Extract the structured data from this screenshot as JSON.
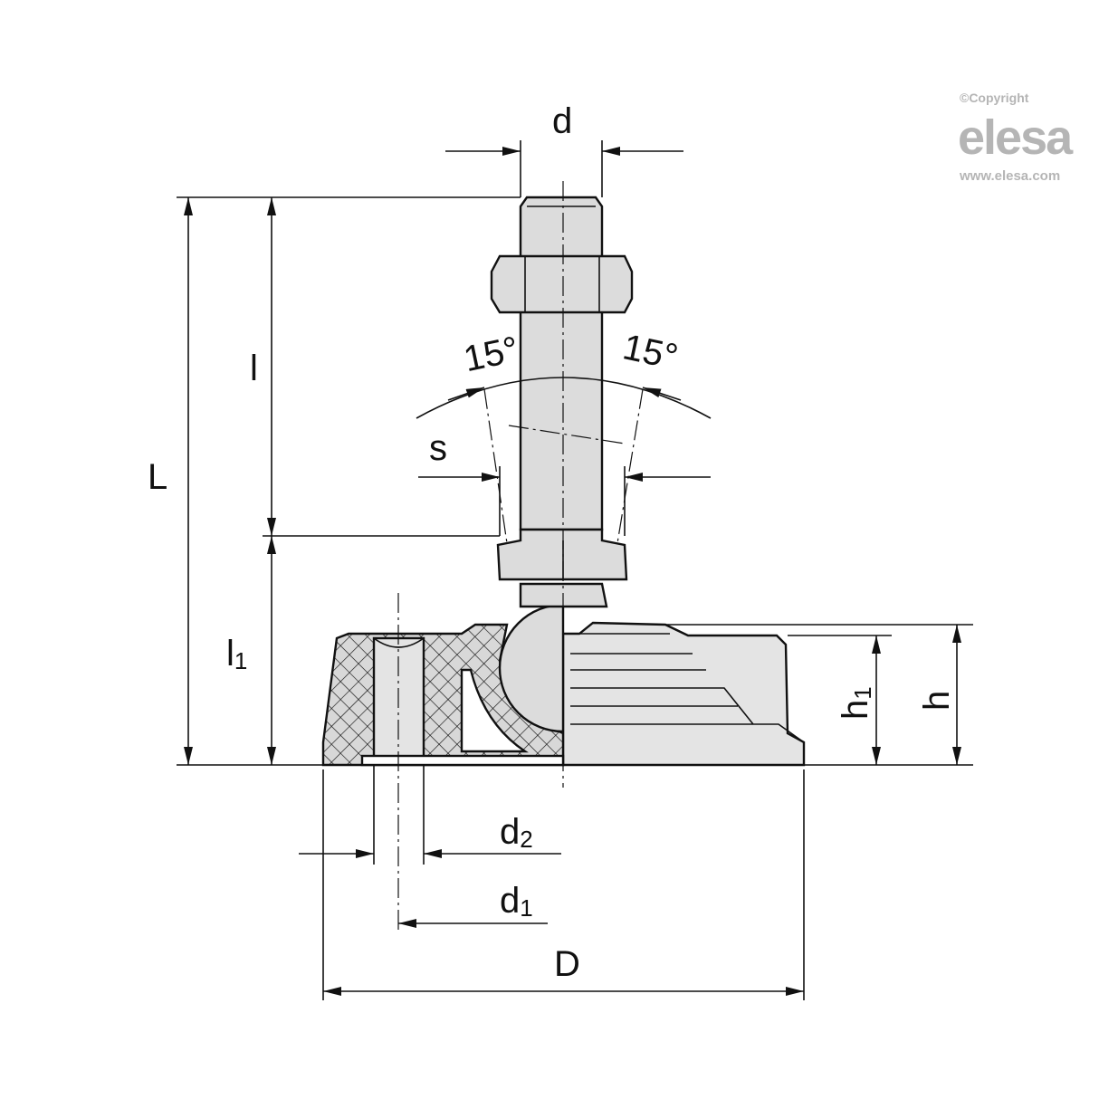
{
  "watermark": {
    "copyright": "©Copyright",
    "brand": "elesa",
    "url": "www.elesa.com"
  },
  "labels": {
    "d": "d",
    "L": "L",
    "l": "l",
    "l1_main": "l",
    "l1_sub": "1",
    "angle_left": "15°",
    "angle_right": "15°",
    "s": "s",
    "h1_main": "h",
    "h1_sub": "1",
    "h": "h",
    "d2_main": "d",
    "d2_sub": "2",
    "d1_main": "d",
    "d1_sub": "1",
    "D": "D"
  },
  "colors": {
    "part_fill": "#dcdcdc",
    "base_fill": "#e4e4e4",
    "line": "#111111",
    "watermark": "#b5b5b5"
  }
}
